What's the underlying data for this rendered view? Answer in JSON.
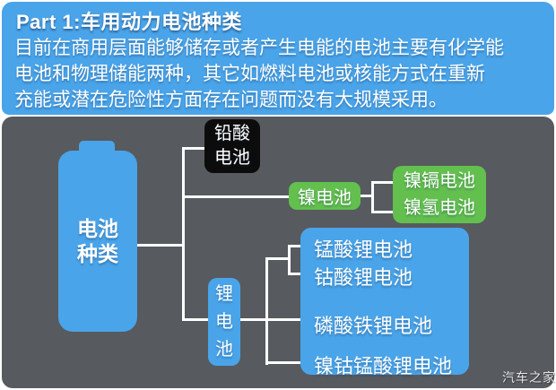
{
  "colors": {
    "accent_blue": "#4aa4e9",
    "accent_green": "#63c04f",
    "panel_gray": "#575a5f",
    "box_black": "#0c0c0c",
    "text_white": "#ffffff"
  },
  "header": {
    "title": "Part 1:车用动力电池种类",
    "paragraph_lines": [
      "目前在商用层面能够储存或者产生电能的电池主要有化学能",
      "电池和物理储能两种，其它如燃料电池或核能方式在重新",
      "充能或潜在危险性方面存在问题而没有大规模采用。"
    ]
  },
  "diagram": {
    "root": {
      "line1": "电池",
      "line2": "种类"
    },
    "lead_acid": {
      "line1": "铅酸",
      "line2": "电池"
    },
    "nickel": {
      "label": "镍电池",
      "children": [
        "镍镉电池",
        "镍氢电池"
      ]
    },
    "lithium": {
      "label_chars": [
        "锂",
        "电",
        "池"
      ],
      "children": [
        "锰酸锂电池",
        "钴酸锂电池",
        "磷酸铁锂电池",
        "镍钴锰酸锂电池"
      ]
    },
    "watermark": "汽车之家"
  }
}
